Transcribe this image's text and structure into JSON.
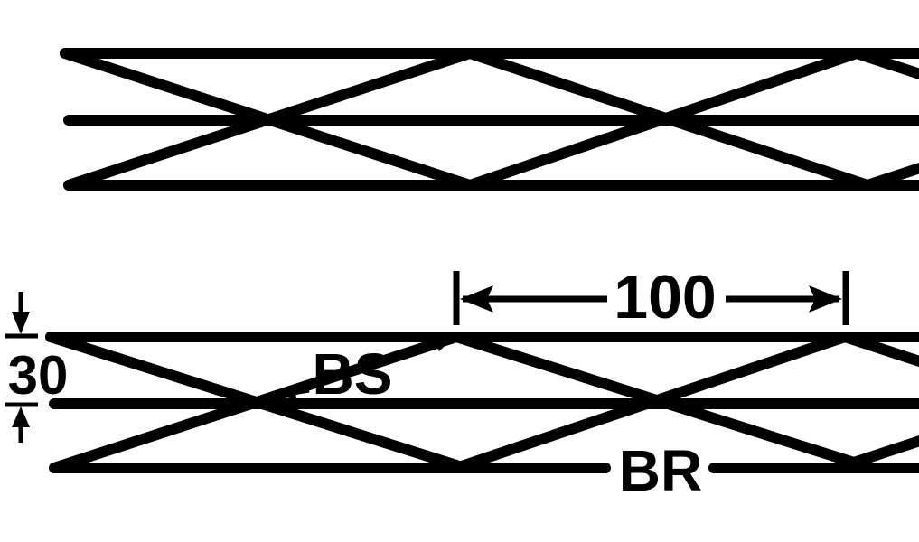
{
  "diagram": {
    "line_color": "#000000",
    "background": "#ffffff",
    "top_pattern": {
      "name": "unlabeled-lattice"
    },
    "bottom_pattern": {
      "name": "labeled-lattice",
      "labels": {
        "spacing_dimension": "100",
        "height_dimension": "30",
        "strand_label_upper": "BS",
        "strand_label_lower": "BR"
      }
    }
  }
}
